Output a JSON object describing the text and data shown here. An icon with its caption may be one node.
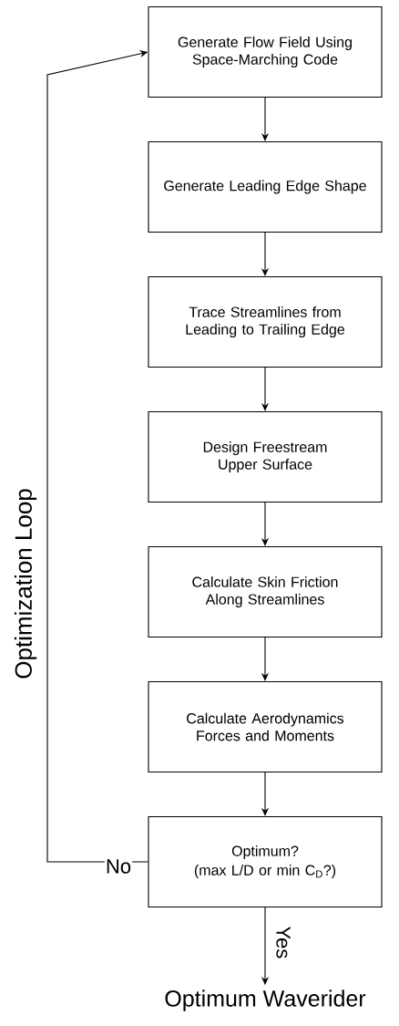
{
  "diagram": {
    "nodes": [
      {
        "text": [
          "Generate Flow Field Using Space-Marching Code"
        ]
      },
      {
        "text": [
          "Generate Leading Edge Shape"
        ]
      },
      {
        "text": [
          "Trace Streamlines from Leading to Trailing Edge"
        ]
      },
      {
        "text": [
          "Design Freestream Upper Surface"
        ]
      },
      {
        "text": [
          "Calculate Skin Friction Along Streamlines"
        ]
      },
      {
        "text": [
          "Calculate Aerodynamics Forces and Moments"
        ]
      },
      {
        "text": [
          "Optimum?",
          "(max L/D or min C$_{D}$?)"
        ]
      },
      {
        "text": [
          "Optimum Waverider"
        ]
      }
    ],
    "edges": [
      {
        "from": 0,
        "to": 1,
        "arrow": "to"
      },
      {
        "from": 1,
        "to": 2,
        "arrow": "to"
      },
      {
        "from": 2,
        "to": 3,
        "arrow": "to"
      },
      {
        "from": 3,
        "to": 4,
        "arrow": "to"
      },
      {
        "from": 4,
        "to": 5,
        "arrow": "to"
      },
      {
        "from": 5,
        "to": 6,
        "arrow": "to"
      },
      {
        "from": 6,
        "to": 7,
        "arrow": "to",
        "label": "Yes"
      },
      {
        "from": 6,
        "to": 0,
        "arrow": "to",
        "label": "No"
      }
    ],
    "labels": [
      "Optimization Loop"
    ]
  }
}
